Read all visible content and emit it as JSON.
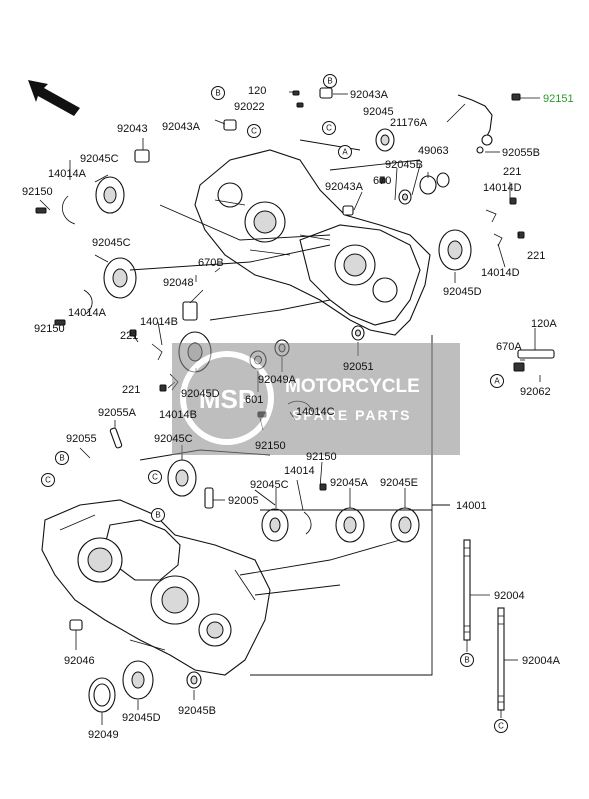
{
  "labels": {
    "p92151": "92151",
    "p120": "120",
    "p92022": "92022",
    "p92043A_top": "92043A",
    "p92045_top": "92045",
    "p21176A": "21176A",
    "p92043": "92043",
    "p92043A_left": "92043A",
    "p92055B": "92055B",
    "p49063": "49063",
    "p92045C_1": "92045C",
    "p92045B_1": "92045B",
    "p670_top": "670",
    "p92043A_mid": "92043A",
    "p14014A_1": "14014A",
    "p221_r1": "221",
    "p14014D_1": "14014D",
    "p92150_1": "92150",
    "p92045C_2": "92045C",
    "p221_r2": "221",
    "p670B": "670B",
    "p14014D_2": "14014D",
    "p92048": "92048",
    "p92045D_1": "92045D",
    "p14014B_1": "14014B",
    "p120A": "120A",
    "p92150_2": "92150",
    "p14014A_2": "14014A",
    "p221_l1": "221",
    "p670A": "670A",
    "p92051": "92051",
    "p92049A": "92049A",
    "p221_l2": "221",
    "p92045D_2": "92045D",
    "p92062": "92062",
    "p601": "601",
    "p14014B_2": "14014B",
    "p92055A": "92055A",
    "p14014C": "14014C",
    "p92150_3": "92150",
    "p92055": "92055",
    "p92045C_3": "92045C",
    "p14014": "14014",
    "p92150_4": "92150",
    "p92045C_4": "92045C",
    "p92045A": "92045A",
    "p92045E": "92045E",
    "p92005": "92005",
    "p14001": "14001",
    "p92004": "92004",
    "p92046": "92046",
    "p92004A": "92004A",
    "p92045D_3": "92045D",
    "p92045B_2": "92045B",
    "p92049": "92049"
  },
  "callouts": {
    "A": "A",
    "B": "B",
    "C": "C"
  },
  "watermark": {
    "main": "MOTORCYCLE",
    "sub": "SPARE PARTS",
    "logo": "MSP"
  },
  "colors": {
    "highlight": "#2a9d2a",
    "line": "#111111",
    "watermark": "#8a8a8a"
  },
  "icons": {
    "direction": "front-arrow-icon"
  }
}
